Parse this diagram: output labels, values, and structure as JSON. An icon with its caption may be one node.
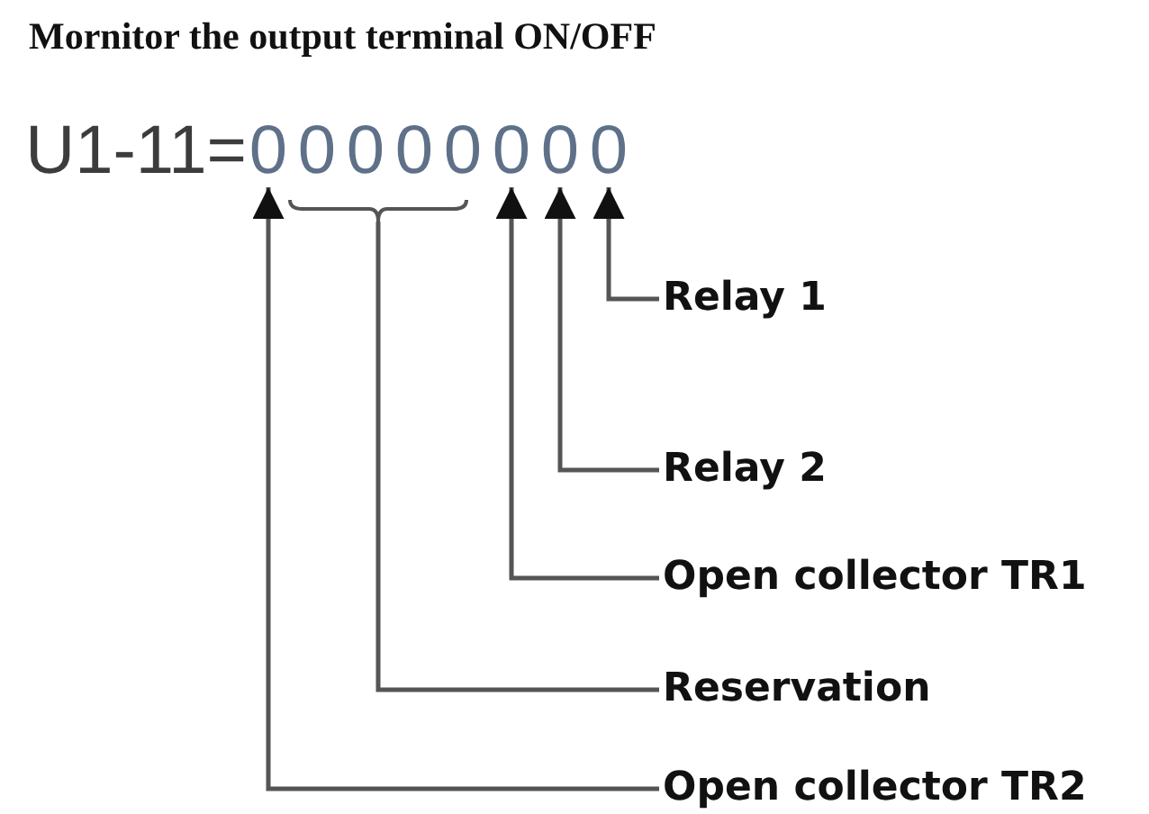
{
  "diagram": {
    "title": "Mornitor the output terminal ON/OFF",
    "nodes": [
      {
        "text": [
          "0"
        ]
      },
      {
        "text": [
          "0"
        ]
      },
      {
        "text": [
          "0"
        ]
      },
      {
        "text": [
          "0"
        ]
      },
      {
        "text": [
          "0"
        ]
      },
      {
        "text": [
          "0"
        ]
      },
      {
        "text": [
          "0"
        ]
      },
      {
        "text": [
          "0"
        ]
      },
      {
        "text": [],
        "shape": "bracket"
      },
      {
        "text": [
          "Relay 1"
        ]
      },
      {
        "text": [
          "Relay 2"
        ]
      },
      {
        "text": [
          "Open collector TR1"
        ]
      },
      {
        "text": [
          "Reservation"
        ]
      },
      {
        "text": [
          "Open collector TR2"
        ]
      }
    ],
    "edges": [
      {
        "from": 9,
        "to": 7,
        "arrow": "to"
      },
      {
        "from": 10,
        "to": 6,
        "arrow": "to"
      },
      {
        "from": 11,
        "to": 5,
        "arrow": "to"
      },
      {
        "from": 12,
        "to": 8,
        "arrow": "none"
      },
      {
        "from": 13,
        "to": 0,
        "arrow": "to"
      }
    ],
    "labels": [
      "U1-11="
    ]
  }
}
